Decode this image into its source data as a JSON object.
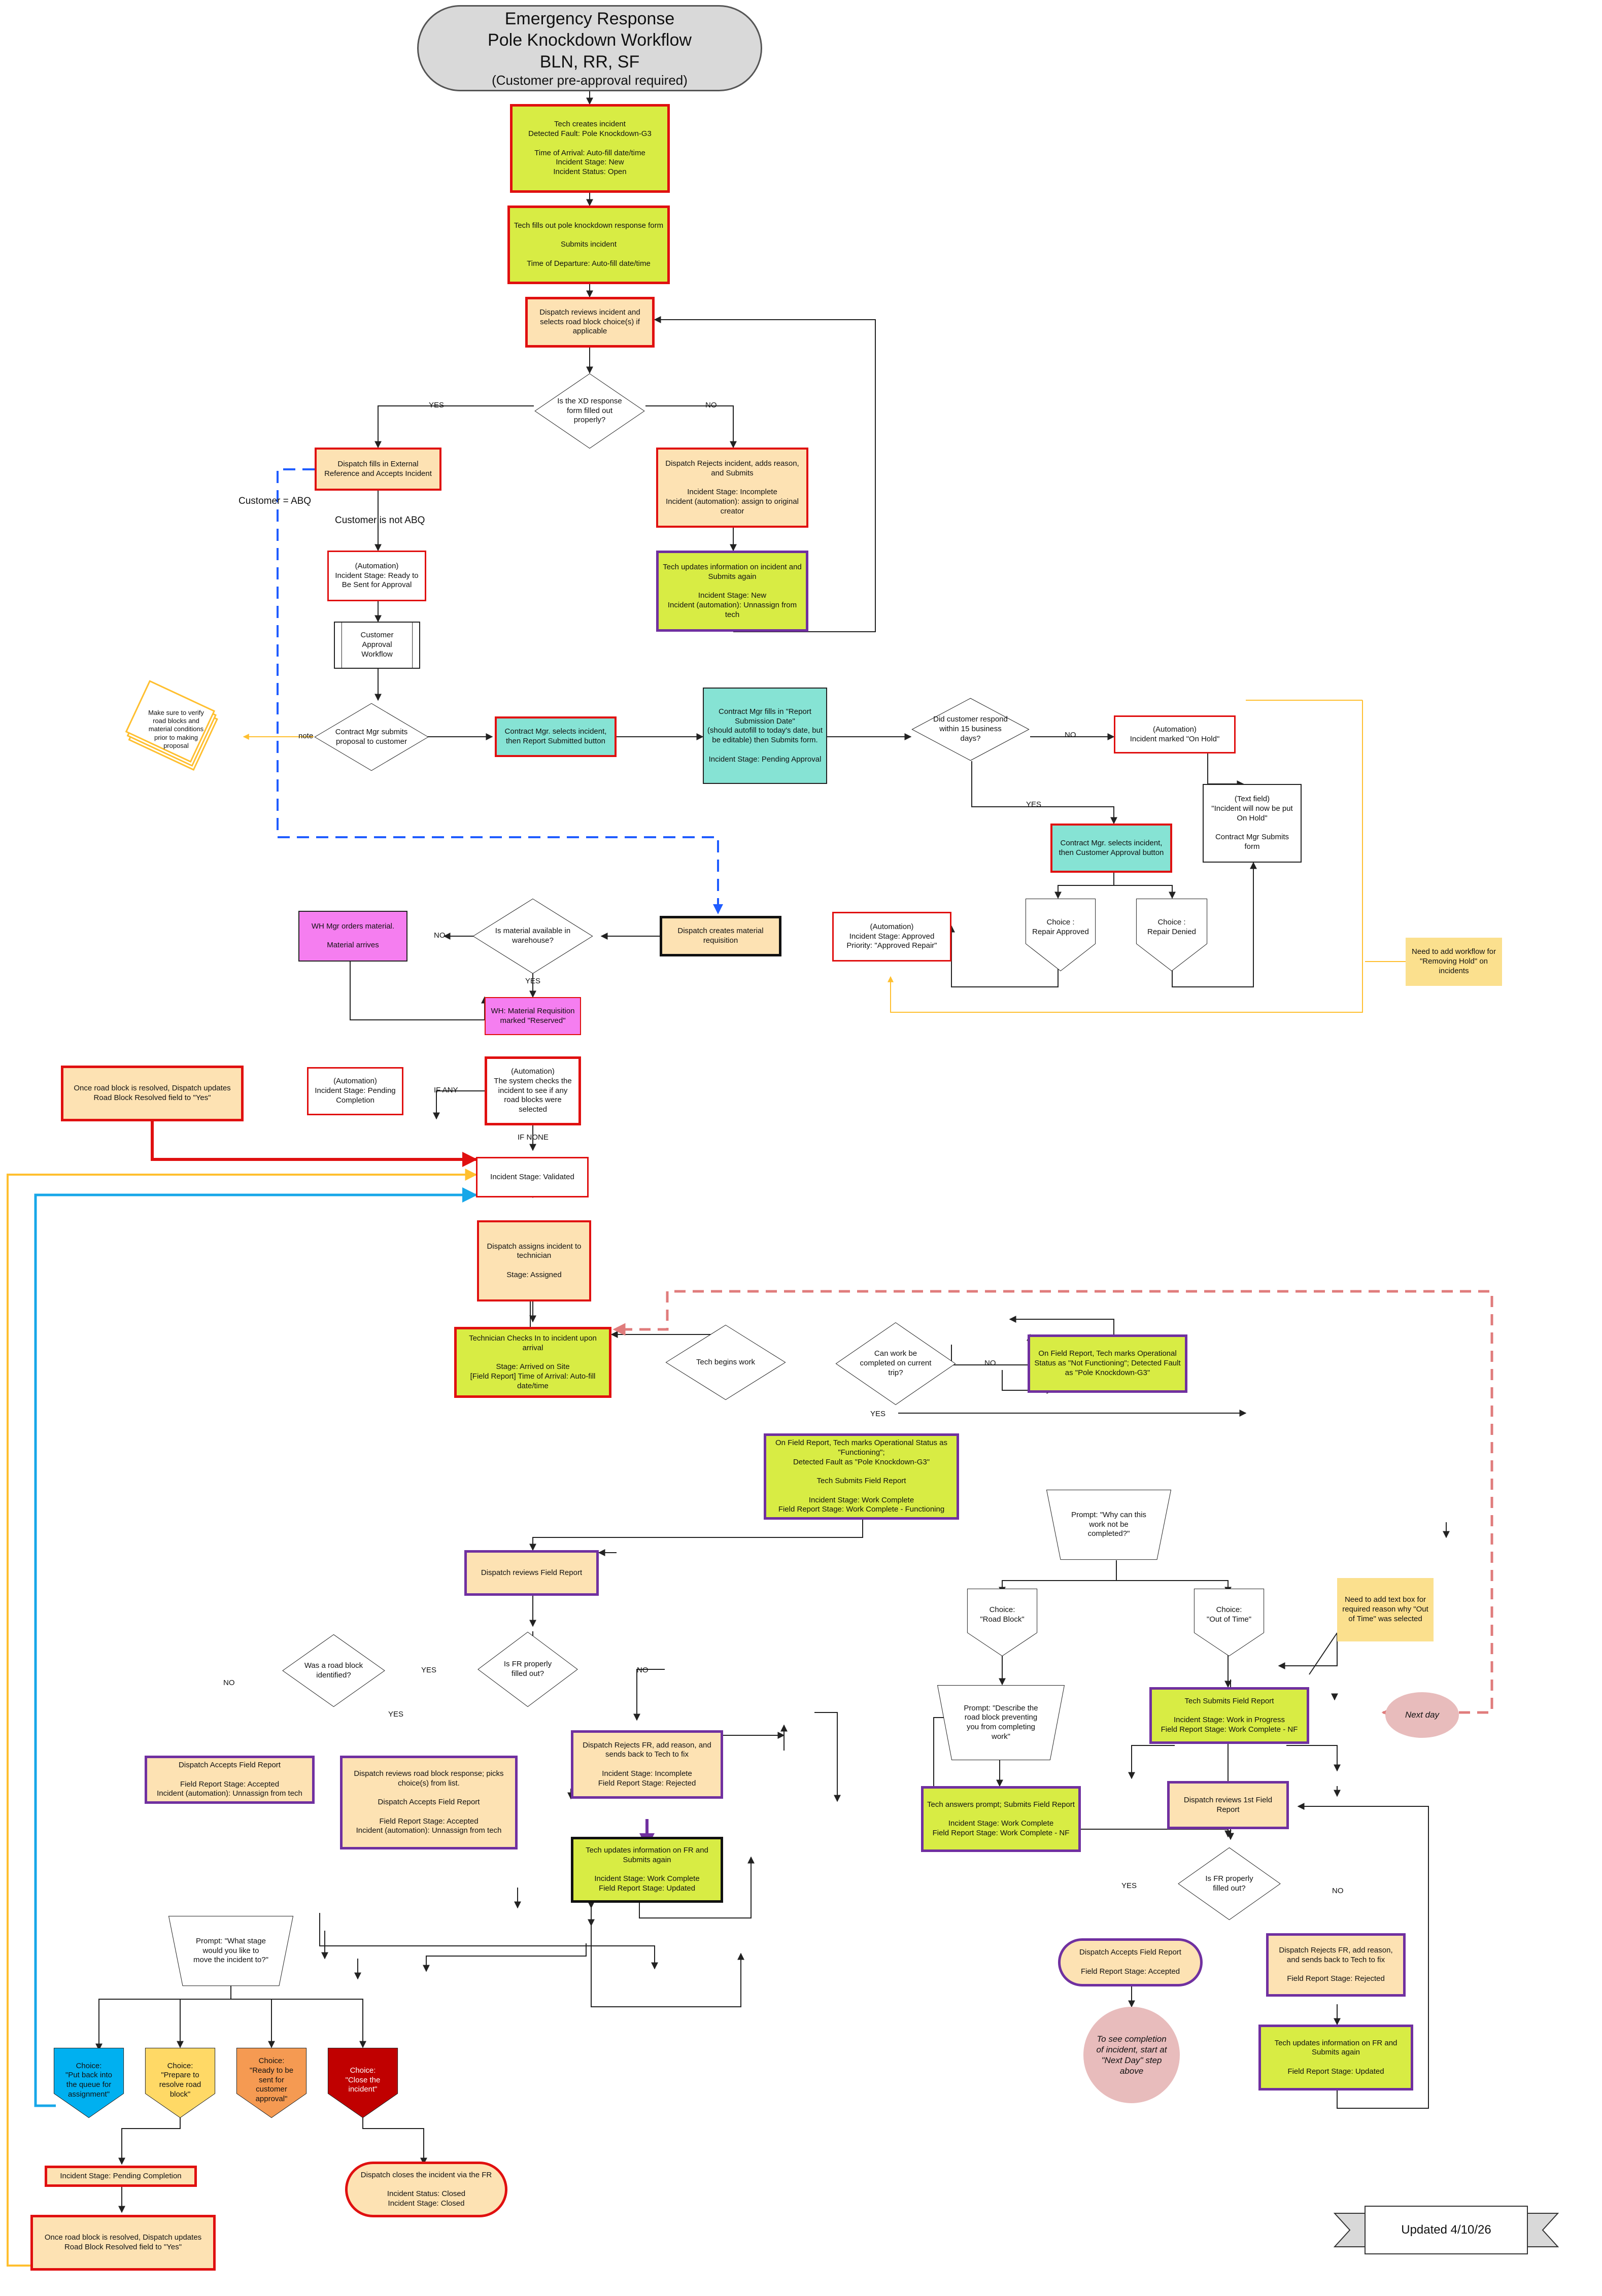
{
  "title": {
    "line1": "Emergency Response",
    "line2": "Pole Knockdown Workflow",
    "line3": "BLN, RR, SF",
    "line4": "(Customer pre-approval required)"
  },
  "updated": "Updated 4/10/26",
  "colors": {
    "green_fill": "#d8ec44",
    "tan_fill": "#fde2b3",
    "cyan_fill": "#86e3d4",
    "magenta_fill": "#f57ef0",
    "red_border": "#e01010",
    "purple_border": "#7030a0",
    "blue_dash": "#1f5cff",
    "orange_line": "#ffbf2f",
    "light_blue_line": "#17a7e8",
    "pink_dash": "#e07c7c",
    "note_yellow": "#fbe08e",
    "choice_blue": "#00b0f0",
    "choice_yellow": "#ffd966",
    "choice_orange": "#f59a52",
    "choice_red": "#c00000",
    "next_day_pink": "#e8bcbc"
  },
  "nodes": {
    "tech_creates": "Tech creates incident\nDetected Fault: Pole Knockdown-G3\n\nTime of Arrival:  Auto-fill date/time\nIncident Stage: New\nIncident Status: Open",
    "tech_fills": "Tech fills out pole knockdown response form\n\nSubmits incident\n\nTime of Departure: Auto-fill date/time",
    "dispatch_reviews_incident": "Dispatch reviews incident and selects road block choice(s) if applicable",
    "xd_form_decision": "Is the XD response form filled out properly?",
    "dispatch_fills_external": "Dispatch fills in External Reference and Accepts Incident",
    "dispatch_rejects_incident": "Dispatch Rejects incident, adds reason, and Submits\n\nIncident Stage: Incomplete\nIncident (automation): assign to original creator",
    "tech_updates_incident": "Tech updates information on incident and Submits again\n\nIncident Stage: New\nIncident (automation): Unnassign from tech",
    "automation_ready": "(Automation)\nIncident Stage: Ready to Be Sent for Approval",
    "customer_approval": "Customer Approval Workflow",
    "contract_mgr_submits": "Contract Mgr submits proposal to customer",
    "note_card": "Make sure to verify road blocks and material conditions prior to making proposal",
    "contract_mgr_selects_submitted": "Contract Mgr. selects incident, then Report Submitted button",
    "contract_mgr_fills_date": "Contract Mgr fills in \"Report Submission Date\"\n(should autofill to today's date, but be editable) then Submits form.\n\nIncident Stage: Pending Approval",
    "customer_respond_decision": "Did customer respond within 15 business days?",
    "automation_on_hold": "(Automation)\nIncident marked \"On Hold\"",
    "text_field_hold": "(Text field)\n\"Incident will now be put On Hold\"\n\nContract Mgr Submits form",
    "contract_mgr_selects_approval": "Contract Mgr. selects incident, then Customer Approval button",
    "choice_repair_approved": "Choice :\nRepair Approved",
    "choice_repair_denied": "Choice :\nRepair Denied",
    "note_remove_hold": "Need to add workflow for \"Removing Hold\" on incidents",
    "automation_approved": "(Automation)\nIncident Stage: Approved\nPriority: \"Approved Repair\"",
    "dispatch_creates_req": "Dispatch creates material requisition",
    "material_decision": "Is material available in warehouse?",
    "wh_mgr_orders": "WH Mgr orders material.\n\nMaterial arrives",
    "wh_requisition": "WH: Material Requisition marked \"Reserved\"",
    "automation_roadblocks": "(Automation)\nThe system checks the incident to see if any road blocks were selected",
    "automation_pending": "(Automation)\nIncident Stage: Pending Completion",
    "once_resolved_1": "Once road block is resolved, Dispatch updates Road Block Resolved field to \"Yes\"",
    "stage_validated": "Incident Stage: Validated",
    "dispatch_assigns": "Dispatch assigns incident to technician\n\nStage: Assigned",
    "tech_checks_in": "Technician Checks In to incident upon arrival\n\nStage: Arrived on Site\n[Field Report] Time of Arrival: Auto-fill date/time",
    "tech_begins_work": "Tech begins work",
    "can_complete_decision": "Can work be completed on current trip?",
    "fr_not_functioning": "On Field Report, Tech marks Operational Status as \"Not Functioning\"; Detected Fault as \"Pole Knockdown-G3\"",
    "fr_functioning": "On Field Report, Tech marks Operational Status as \"Functioning\";\nDetected Fault as \"Pole Knockdown-G3\"\n\nTech Submits Field Report\n\nIncident Stage: Work Complete\nField Report Stage: Work Complete - Functioning",
    "prompt_why_not": "Prompt: \"Why can this work not be completed?\"",
    "choice_road_block": "Choice:\n\"Road Block\"",
    "choice_out_of_time": "Choice:\n\"Out of Time\"",
    "note_text_box": "Need to add text box for required reason why \"Out of Time\" was selected",
    "prompt_describe": "Prompt: \"Describe the road block preventing you from completing work\"",
    "tech_answers": "Tech answers prompt; Submits Field Report\n\nIncident Stage: Work Complete\nField Report Stage: Work Complete - NF",
    "tech_submits_fr": "Tech Submits Field Report\n\nIncident Stage: Work in Progress\nField Report Stage: Work Complete - NF",
    "next_day": "Next day",
    "dispatch_reviews_1st": "Dispatch reviews 1st Field Report",
    "fr_proper_2": "Is FR properly filled out?",
    "dispatch_accepts_2": "Dispatch Accepts Field Report\n\nField Report Stage: Accepted",
    "dispatch_rejects_2": "Dispatch Rejects FR, add reason, and sends back to Tech to fix\n\nField Report Stage: Rejected",
    "tech_updates_fr_2": "Tech updates information on FR and Submits again\n\nField Report Stage: Updated",
    "see_completion": "To see completion of incident, start at \"Next Day\" step above",
    "dispatch_reviews_fr": "Dispatch reviews Field Report",
    "fr_proper_1": "Is FR properly filled out?",
    "road_block_identified": "Was a road block identified?",
    "dispatch_accepts_1": "Dispatch Accepts Field Report\n\nField Report Stage: Accepted\nIncident (automation): Unnassign from tech",
    "dispatch_reviews_roadblock": "Dispatch reviews road block response; picks choice(s) from list.\n\nDispatch Accepts Field Report\n\nField Report Stage: Accepted\nIncident (automation): Unnassign from tech",
    "dispatch_rejects_1": "Dispatch Rejects FR, add reason, and sends back to Tech to fix\n\nIncident Stage: Incomplete\nField Report Stage: Rejected",
    "tech_updates_fr_1": "Tech updates information on FR and Submits again\n\nIncident Stage: Work Complete\nField Report Stage: Updated",
    "prompt_stage": "Prompt: \"What stage would you like to move the incident to?\"",
    "choice_back_queue": "Choice:\n\"Put back into the queue for assignment\"",
    "choice_prepare": "Choice:\n\"Prepare to resolve road block\"",
    "choice_ready_sent": "Choice:\n\"Ready to be sent for customer approval\"",
    "choice_close": "Choice:\n\"Close the incident\"",
    "stage_pending_completion": "Incident Stage: Pending Completion",
    "once_resolved_2": "Once road block is resolved, Dispatch updates Road Block Resolved field to \"Yes\"",
    "dispatch_closes": "Dispatch closes the incident via the FR\n\nIncident Status: Closed\nIncident Stage: Closed"
  },
  "labels": {
    "yes": "YES",
    "no": "NO",
    "customer_abq": "Customer = ABQ",
    "customer_not_abq": "Customer is not ABQ",
    "note": "note",
    "if_any": "IF ANY",
    "if_none": "IF NONE"
  }
}
